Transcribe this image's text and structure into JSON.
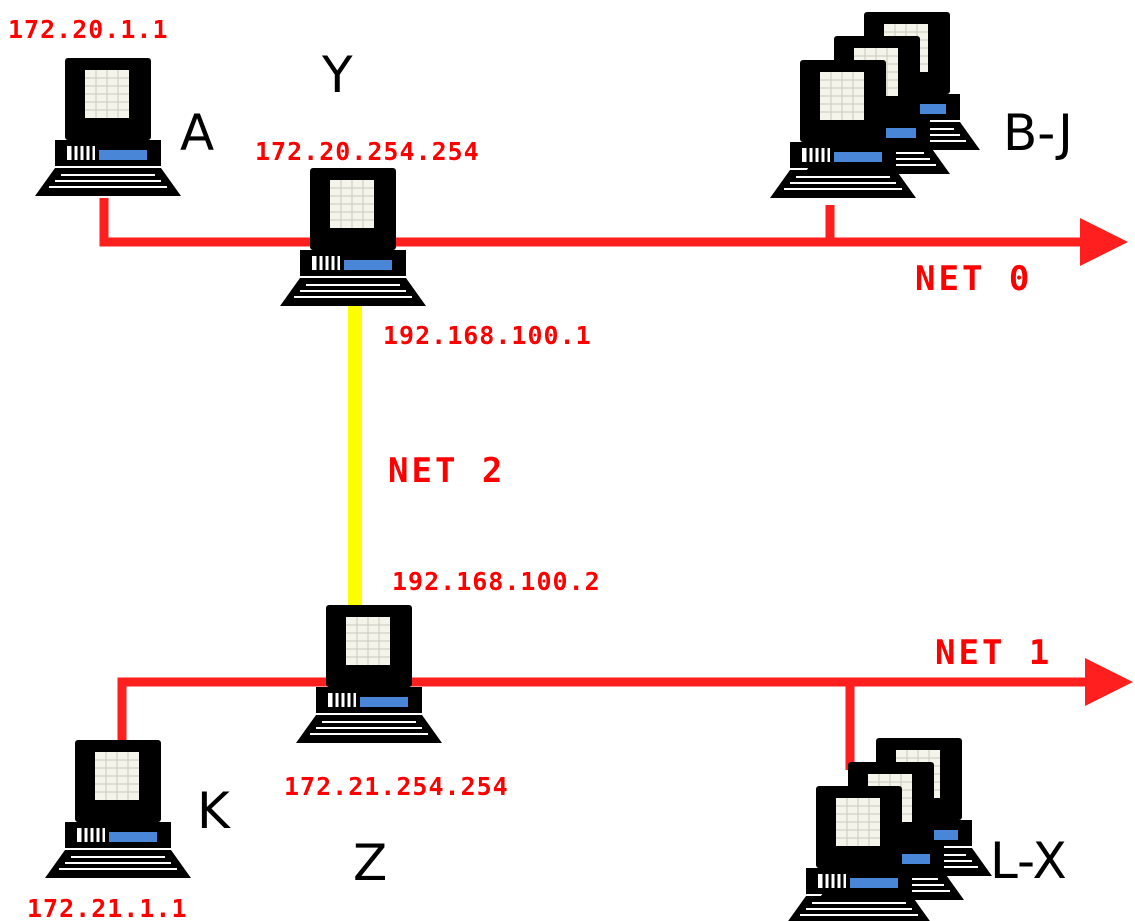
{
  "colors": {
    "network_line": "#ff1f1f",
    "serial_link": "#ffff00",
    "label_red": "#ff0000",
    "host_text": "#000000",
    "computer_body": "#000000",
    "computer_screen": "#f4f4ea",
    "computer_accent": "#4a86d8"
  },
  "labels": {
    "ip_a": "172.20.1.1",
    "ip_y_net0": "172.20.254.254",
    "ip_y_net2": "192.168.100.1",
    "ip_z_net2": "192.168.100.2",
    "ip_z_net1": "172.21.254.254",
    "ip_k": "172.21.1.1",
    "net0": "NET 0",
    "net1": "NET 1",
    "net2": "NET 2"
  },
  "hosts": {
    "a": "A",
    "y": "Y",
    "bj": "B-J",
    "k": "K",
    "z": "Z",
    "lx": "L-X"
  }
}
